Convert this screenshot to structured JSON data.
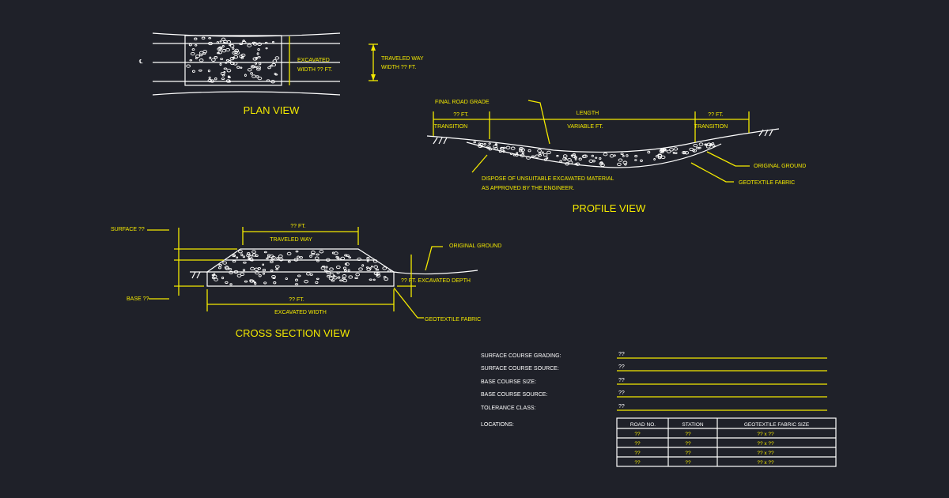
{
  "plan": {
    "title": "PLAN VIEW",
    "excavated_1": "EXCAVATED",
    "excavated_2": "WIDTH ?? FT.",
    "traveled_1": "TRAVELED WAY",
    "traveled_2": "WIDTH ?? FT.",
    "centerline": "℄"
  },
  "profile": {
    "title": "PROFILE VIEW",
    "final_grade": "FINAL ROAD GRADE",
    "length": "LENGTH",
    "variable": "VARIABLE FT.",
    "left_ft": "?? FT.",
    "left_transition": "TRANSITION",
    "right_ft": "?? FT.",
    "right_transition": "TRANSITION",
    "original_ground": "ORIGINAL GROUND",
    "geotextile": "GEOTEXTILE FABRIC",
    "dispose_1": "DISPOSE OF UNSUITABLE EXCAVATED MATERIAL",
    "dispose_2": "AS APPROVED BY THE ENGINEER."
  },
  "cross": {
    "title": "CROSS SECTION VIEW",
    "surface": "SURFACE ??",
    "base": "BASE ??",
    "top_ft": "?? FT.",
    "traveled_way": "TRAVELED WAY",
    "bottom_ft": "?? FT.",
    "excavated_width": "EXCAVATED WIDTH",
    "original_ground": "ORIGINAL GROUND",
    "depth": "?? FT. EXCAVATED DEPTH",
    "geotextile": "GEOTEXTILE FABRIC"
  },
  "specs": [
    {
      "label": "SURFACE COURSE GRADING:",
      "value": "??"
    },
    {
      "label": "SURFACE COURSE SOURCE:",
      "value": "??"
    },
    {
      "label": "BASE COURSE SIZE:",
      "value": "??"
    },
    {
      "label": "BASE COURSE SOURCE:",
      "value": "??"
    },
    {
      "label": "TOLERANCE CLASS:",
      "value": "??"
    }
  ],
  "locations_label": "LOCATIONS:",
  "locations_table": {
    "headers": [
      "ROAD NO.",
      "STATION",
      "GEOTEXTILE FABRIC SIZE"
    ],
    "rows": [
      [
        "??",
        "??",
        "?? x ??"
      ],
      [
        "??",
        "??",
        "?? x ??"
      ],
      [
        "??",
        "??",
        "?? x ??"
      ],
      [
        "??",
        "??",
        "?? x ??"
      ]
    ]
  }
}
